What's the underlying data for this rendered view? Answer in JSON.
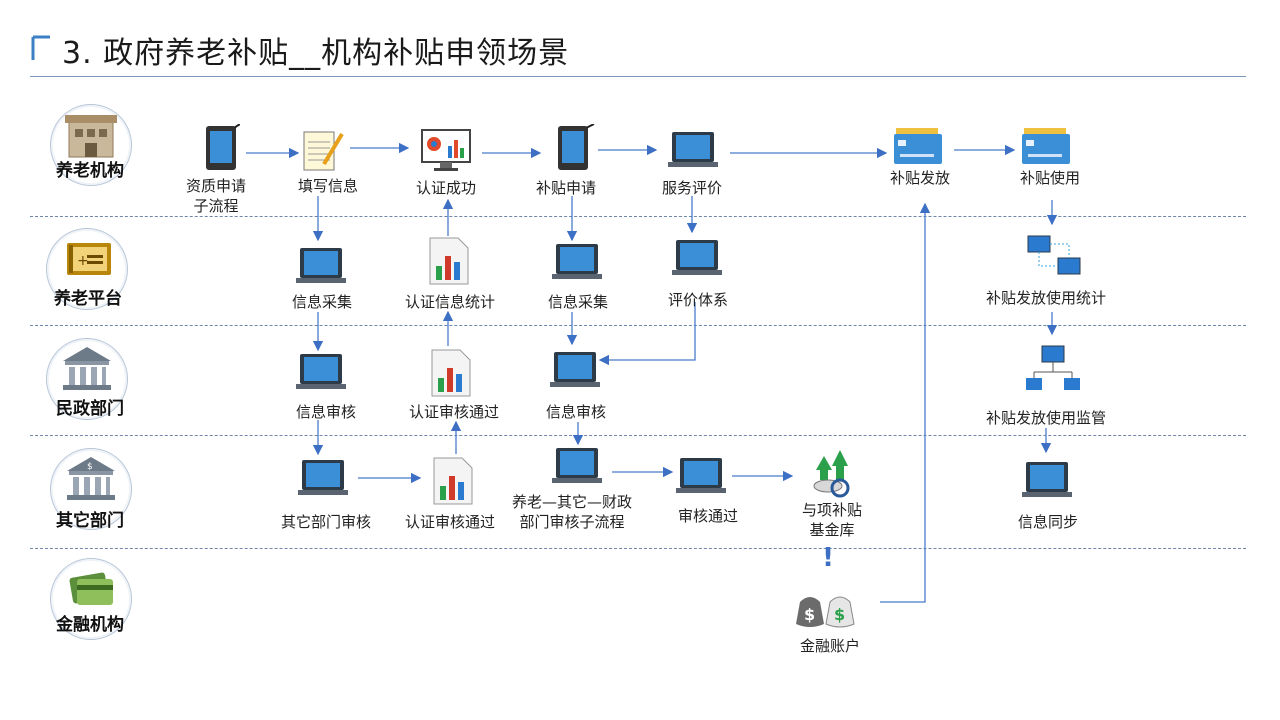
{
  "title": "3. 政府养老补贴__机构补贴申领场景",
  "roles": [
    {
      "label": "养老机构"
    },
    {
      "label": "养老平台"
    },
    {
      "label": "民政部门"
    },
    {
      "label": "其它部门"
    },
    {
      "label": "金融机构"
    }
  ],
  "nodes": {
    "qual_apply": "资质申请\n子流程",
    "fill_info": "填写信息",
    "cert_ok": "认证成功",
    "subsidy_apply": "补贴申请",
    "service_eval": "服务评价",
    "subsidy_issue": "补贴发放",
    "subsidy_use": "补贴使用",
    "info_collect_1": "信息采集",
    "cert_info_stat": "认证信息统计",
    "info_collect_2": "信息采集",
    "eval_system": "评价体系",
    "use_stat": "补贴发放使用统计",
    "info_review_1": "信息审核",
    "cert_review_1": "认证审核通过",
    "info_review_2": "信息审核",
    "use_supervise": "补贴发放使用监管",
    "other_review": "其它部门审核",
    "cert_review_2": "认证审核通过",
    "sub_process": "养老—其它—财政\n部门审核子流程",
    "review_pass": "审核通过",
    "fund_pool": "与项补贴\n基金库",
    "info_sync": "信息同步",
    "fin_account": "金融账户",
    "exclaim": "!"
  }
}
